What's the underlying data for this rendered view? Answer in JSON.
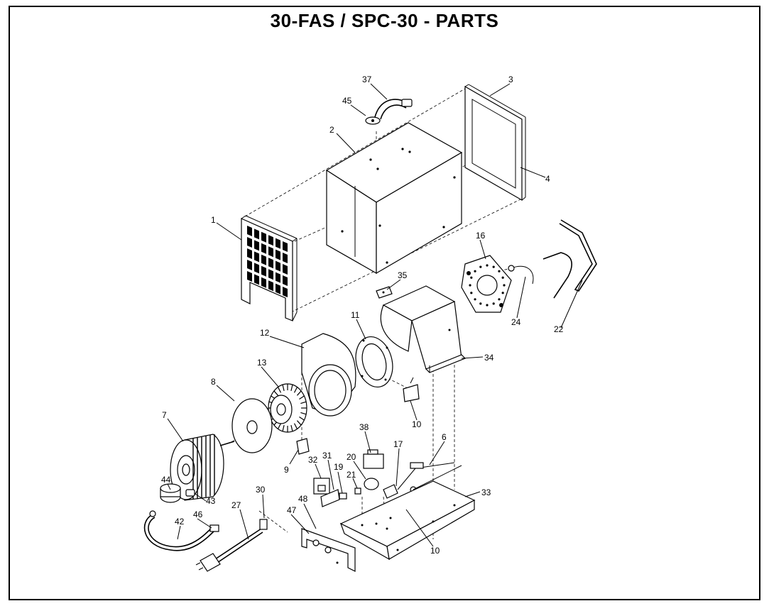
{
  "title": "30-FAS / SPC-30 - PARTS",
  "callouts": [
    "1",
    "2",
    "3",
    "4",
    "6",
    "7",
    "8",
    "9",
    "10",
    "10",
    "11",
    "12",
    "13",
    "16",
    "17",
    "19",
    "20",
    "21",
    "22",
    "24",
    "27",
    "30",
    "31",
    "32",
    "33",
    "34",
    "35",
    "37",
    "38",
    "42",
    "43",
    "44",
    "45",
    "46",
    "47",
    "48"
  ]
}
